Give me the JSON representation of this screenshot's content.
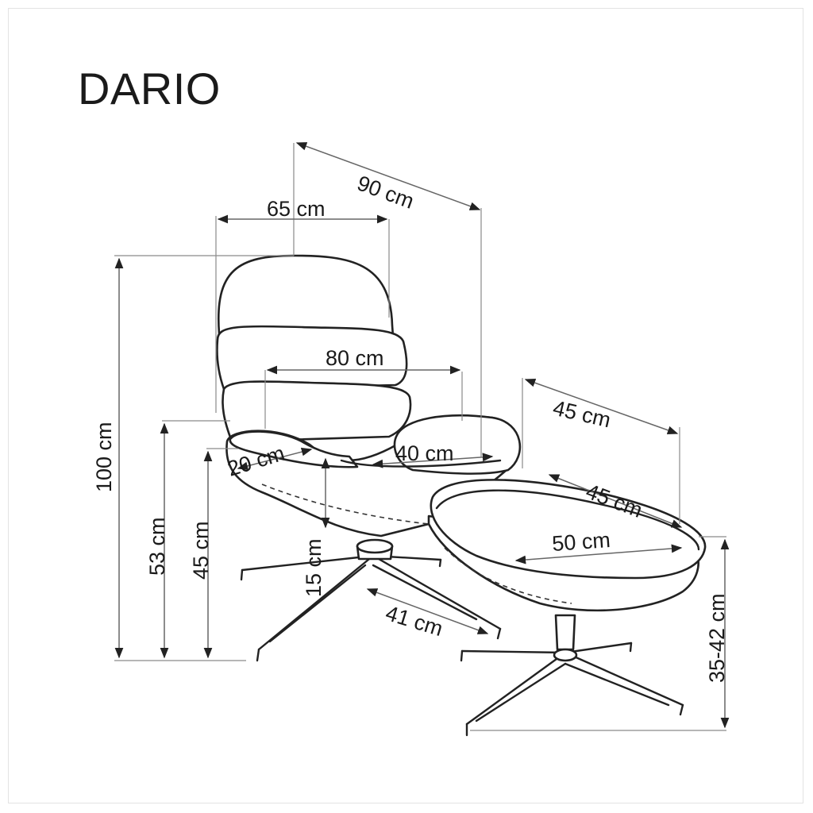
{
  "title": "DARIO",
  "colors": {
    "line": "#222222",
    "dimension": "#666666",
    "background": "#ffffff"
  },
  "dimensions": {
    "total_depth": "90 cm",
    "width": "65 cm",
    "seat_inner_width": "80 cm",
    "total_height": "100 cm",
    "armrest_height": "53 cm",
    "seat_height": "45 cm",
    "armrest_width": "20 cm",
    "seat_depth": "40 cm",
    "seat_thickness": "15 cm",
    "base_radius": "41 cm",
    "ottoman_depth": "45 cm",
    "ottoman_top_depth": "45 cm",
    "ottoman_width": "50 cm",
    "ottoman_height": "35-42 cm"
  }
}
